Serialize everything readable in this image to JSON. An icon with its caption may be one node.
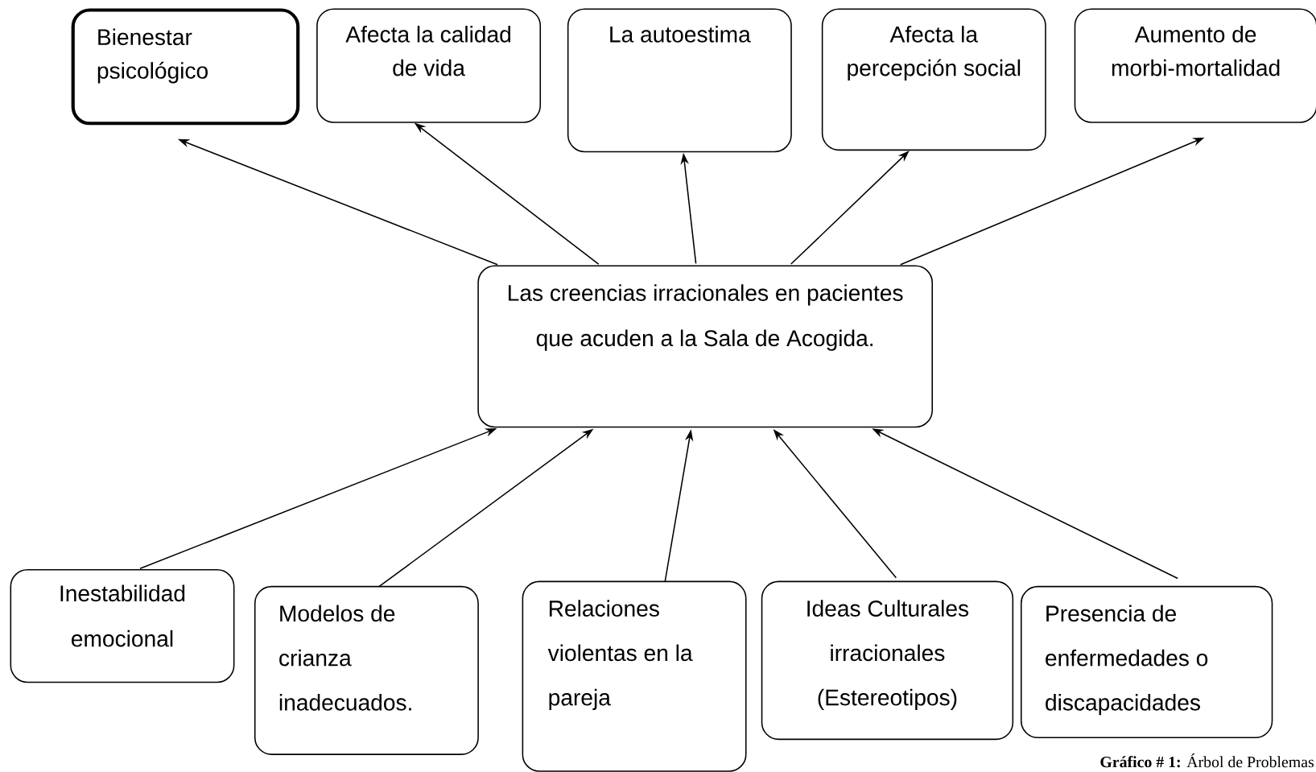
{
  "diagram": {
    "caption": "**Gráfico # 1:** Árbol de Problemas",
    "nodes": [
      {
        "text": [
          "Bienestar psicológico"
        ]
      },
      {
        "text": [
          "Afecta la calidad de vida"
        ]
      },
      {
        "text": [
          "La autoestima"
        ]
      },
      {
        "text": [
          "Afecta la percepción social"
        ]
      },
      {
        "text": [
          "Aumento de morbi-mortalidad"
        ]
      },
      {
        "text": [
          "Las creencias irracionales  en pacientes que acuden  a la Sala de Acogida."
        ]
      },
      {
        "text": [
          "Inestabilidad emocional"
        ]
      },
      {
        "text": [
          "Modelos de crianza inadecuados."
        ]
      },
      {
        "text": [
          "Relaciones violentas en la pareja"
        ]
      },
      {
        "text": [
          "Ideas Culturales irracionales (Estereotipos)"
        ]
      },
      {
        "text": [
          "Presencia de enfermedades o discapacidades"
        ]
      }
    ],
    "edges": [
      {
        "from": 5,
        "to": 0,
        "arrow": "to"
      },
      {
        "from": 5,
        "to": 1,
        "arrow": "to"
      },
      {
        "from": 5,
        "to": 2,
        "arrow": "to"
      },
      {
        "from": 5,
        "to": 3,
        "arrow": "to"
      },
      {
        "from": 5,
        "to": 4,
        "arrow": "to"
      },
      {
        "from": 6,
        "to": 5,
        "arrow": "to"
      },
      {
        "from": 7,
        "to": 5,
        "arrow": "to"
      },
      {
        "from": 8,
        "to": 5,
        "arrow": "to"
      },
      {
        "from": 9,
        "to": 5,
        "arrow": "to"
      },
      {
        "from": 10,
        "to": 5,
        "arrow": "to"
      }
    ]
  }
}
